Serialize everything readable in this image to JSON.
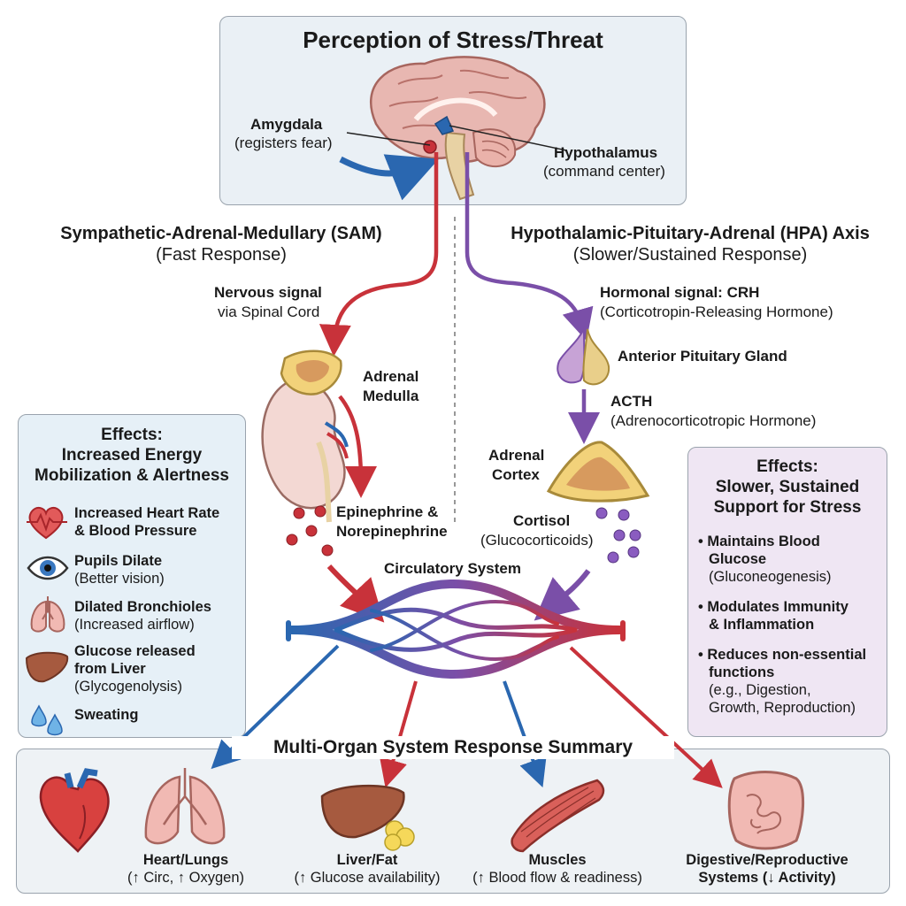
{
  "top": {
    "title": "Perception of Stress/Threat",
    "amygdala": {
      "name": "Amygdala",
      "desc": "(registers fear)"
    },
    "hypothalamus": {
      "name": "Hypothalamus",
      "desc": "(command center)"
    }
  },
  "sam": {
    "title": "Sympathetic-Adrenal-Medullary (SAM)",
    "subtitle": "(Fast Response)",
    "signal_1": "Nervous signal",
    "signal_2": "via Spinal Cord",
    "gland_1": "Adrenal",
    "gland_2": "Medulla",
    "hormone_1": "Epinephrine &",
    "hormone_2": "Norepinephrine"
  },
  "hpa": {
    "title": "Hypothalamic-Pituitary-Adrenal (HPA) Axis",
    "subtitle": "(Slower/Sustained Response)",
    "signal_1": "Hormonal signal: CRH",
    "signal_2": "(Corticotropin-Releasing Hormone)",
    "pituitary": "Anterior Pituitary Gland",
    "acth_1": "ACTH",
    "acth_2": "(Adrenocorticotropic Hormone)",
    "gland_1": "Adrenal",
    "gland_2": "Cortex",
    "hormone_1": "Cortisol",
    "hormone_2": "(Glucocorticoids)"
  },
  "circulatory": "Circulatory System",
  "left_effects": {
    "title_1": "Effects:",
    "title_2": "Increased Energy",
    "title_3": "Mobilization & Alertness",
    "items": [
      {
        "l1": "Increased Heart Rate",
        "l2": "& Blood Pressure",
        "icon": "heart-pulse-icon"
      },
      {
        "l1": "Pupils Dilate",
        "l2": "(Better vision)",
        "icon": "eye-icon"
      },
      {
        "l1": "Dilated Bronchioles",
        "l2": "(Increased airflow)",
        "icon": "lungs-icon"
      },
      {
        "l1": "Glucose released",
        "l2": "from Liver",
        "l3": "(Glycogenolysis)",
        "icon": "liver-icon"
      },
      {
        "l1": "Sweating",
        "icon": "sweat-drops-icon"
      }
    ]
  },
  "right_effects": {
    "title_1": "Effects:",
    "title_2": "Slower, Sustained",
    "title_3": "Support for Stress",
    "b1_1": "• Maintains Blood",
    "b1_2": "Glucose",
    "b1_3": "(Gluconeogenesis)",
    "b2_1": "• Modulates Immunity",
    "b2_2": "& Inflammation",
    "b3_1": "• Reduces non-essential",
    "b3_2": "functions",
    "b3_3": "(e.g., Digestion,",
    "b3_4": "Growth, Reproduction)"
  },
  "summary": {
    "title": "Multi-Organ System Response Summary",
    "organs": [
      {
        "name": "Heart/Lungs",
        "desc": "(↑ Circ, ↑ Oxygen)"
      },
      {
        "name": "Liver/Fat",
        "desc": "(↑ Glucose availability)"
      },
      {
        "name": "Muscles",
        "desc": "(↑ Blood flow & readiness)"
      },
      {
        "name": "Digestive/Reproductive",
        "desc": "Systems (↓ Activity)"
      }
    ]
  },
  "colors": {
    "sam_red": "#c8323a",
    "hpa_purple": "#7a4fa8",
    "blue": "#2a67b0",
    "left_panel": "#e6f0f7",
    "right_panel": "#efe6f3",
    "top_panel": "#eaf0f5"
  }
}
